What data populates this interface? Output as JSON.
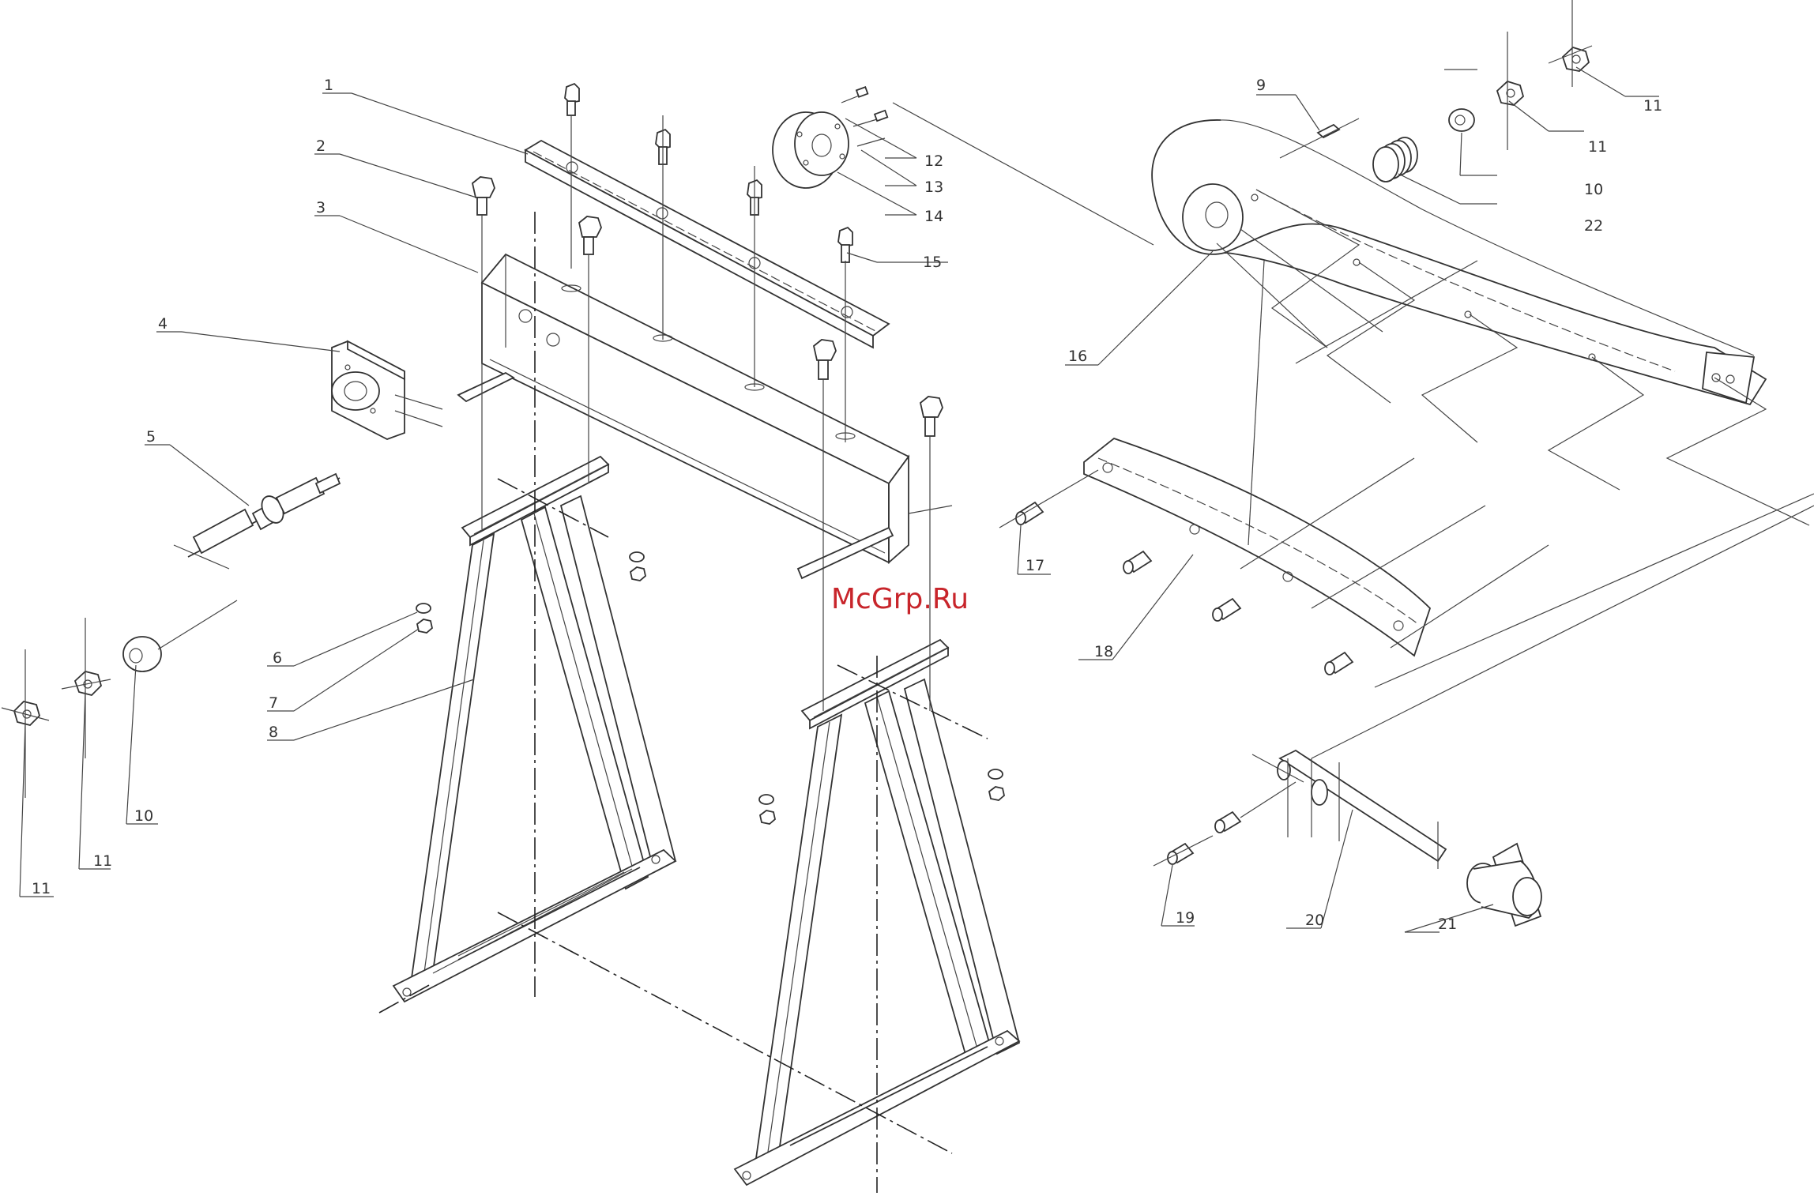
{
  "watermark": "McGrp.Ru",
  "labels": {
    "l1": "1",
    "l2": "2",
    "l3": "3",
    "l4": "4",
    "l5": "5",
    "l6": "6",
    "l7": "7",
    "l8": "8",
    "l9": "9",
    "l10a": "10",
    "l10b": "10",
    "l11a": "11",
    "l11b": "11",
    "l11c": "11",
    "l11d": "11",
    "l12": "12",
    "l13": "13",
    "l14": "14",
    "l15": "15",
    "l16": "16",
    "l17": "17",
    "l18": "18",
    "l19": "19",
    "l20": "20",
    "l21": "21",
    "l22": "22"
  },
  "colors": {
    "lines": "#333333",
    "watermark": "#c8252b"
  }
}
